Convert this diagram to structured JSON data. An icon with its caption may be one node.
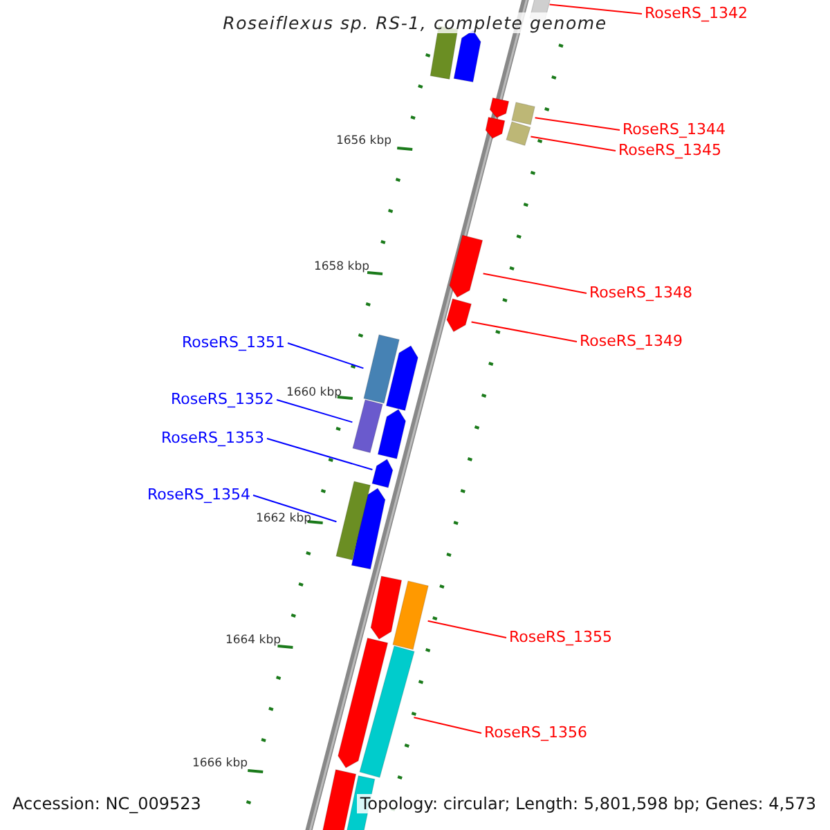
{
  "diagram": {
    "title": "Roseiflexus sp. RS-1, complete genome",
    "nodes": [
      {
        "text": [
          "RoseRS_1342"
        ]
      },
      {
        "text": [
          "RoseRS_1344"
        ]
      },
      {
        "text": [
          "RoseRS_1345"
        ]
      },
      {
        "text": [
          "RoseRS_1348"
        ]
      },
      {
        "text": [
          "RoseRS_1349"
        ]
      },
      {
        "text": [
          "RoseRS_1351"
        ]
      },
      {
        "text": [
          "RoseRS_1352"
        ]
      },
      {
        "text": [
          "RoseRS_1353"
        ]
      },
      {
        "text": [
          "RoseRS_1354"
        ]
      },
      {
        "text": [
          "RoseRS_1355"
        ]
      },
      {
        "text": [
          "RoseRS_1356"
        ]
      },
      {
        "text": [],
        "shape": "bar"
      },
      {
        "text": [],
        "shape": "bar"
      },
      {
        "text": [],
        "shape": "bar"
      },
      {
        "text": [],
        "shape": "pentagon"
      },
      {
        "text": [],
        "shape": "pentagon"
      },
      {
        "text": [],
        "shape": "bar"
      },
      {
        "text": [],
        "shape": "bar"
      },
      {
        "text": [],
        "shape": "pentagon"
      },
      {
        "text": [],
        "shape": "bar"
      },
      {
        "text": [],
        "shape": "bar"
      },
      {
        "text": [],
        "shape": "bar"
      }
    ],
    "edges": [
      {
        "from": 0,
        "to": 11,
        "arrow": "none"
      },
      {
        "from": 1,
        "to": 12,
        "arrow": "none"
      },
      {
        "from": 2,
        "to": 13,
        "arrow": "none"
      },
      {
        "from": 3,
        "to": 14,
        "arrow": "none"
      },
      {
        "from": 4,
        "to": 15,
        "arrow": "none"
      },
      {
        "from": 5,
        "to": 16,
        "arrow": "none",
        "color": "#0000ff"
      },
      {
        "from": 6,
        "to": 17,
        "arrow": "none",
        "color": "#0000ff"
      },
      {
        "from": 7,
        "to": 18,
        "arrow": "none",
        "color": "#0000ff"
      },
      {
        "from": 8,
        "to": 19,
        "arrow": "none",
        "color": "#0000ff"
      },
      {
        "from": 9,
        "to": 20,
        "arrow": "none"
      },
      {
        "from": 10,
        "to": 21,
        "arrow": "none"
      }
    ],
    "labels": [
      "1656 kbp",
      "1658 kbp",
      "1660 kbp",
      "1662 kbp",
      "1664 kbp",
      "1666 kbp",
      "Accession: NC_009523",
      "Topology: circular; Length: 5,801,598 bp; Genes: 4,573"
    ]
  }
}
